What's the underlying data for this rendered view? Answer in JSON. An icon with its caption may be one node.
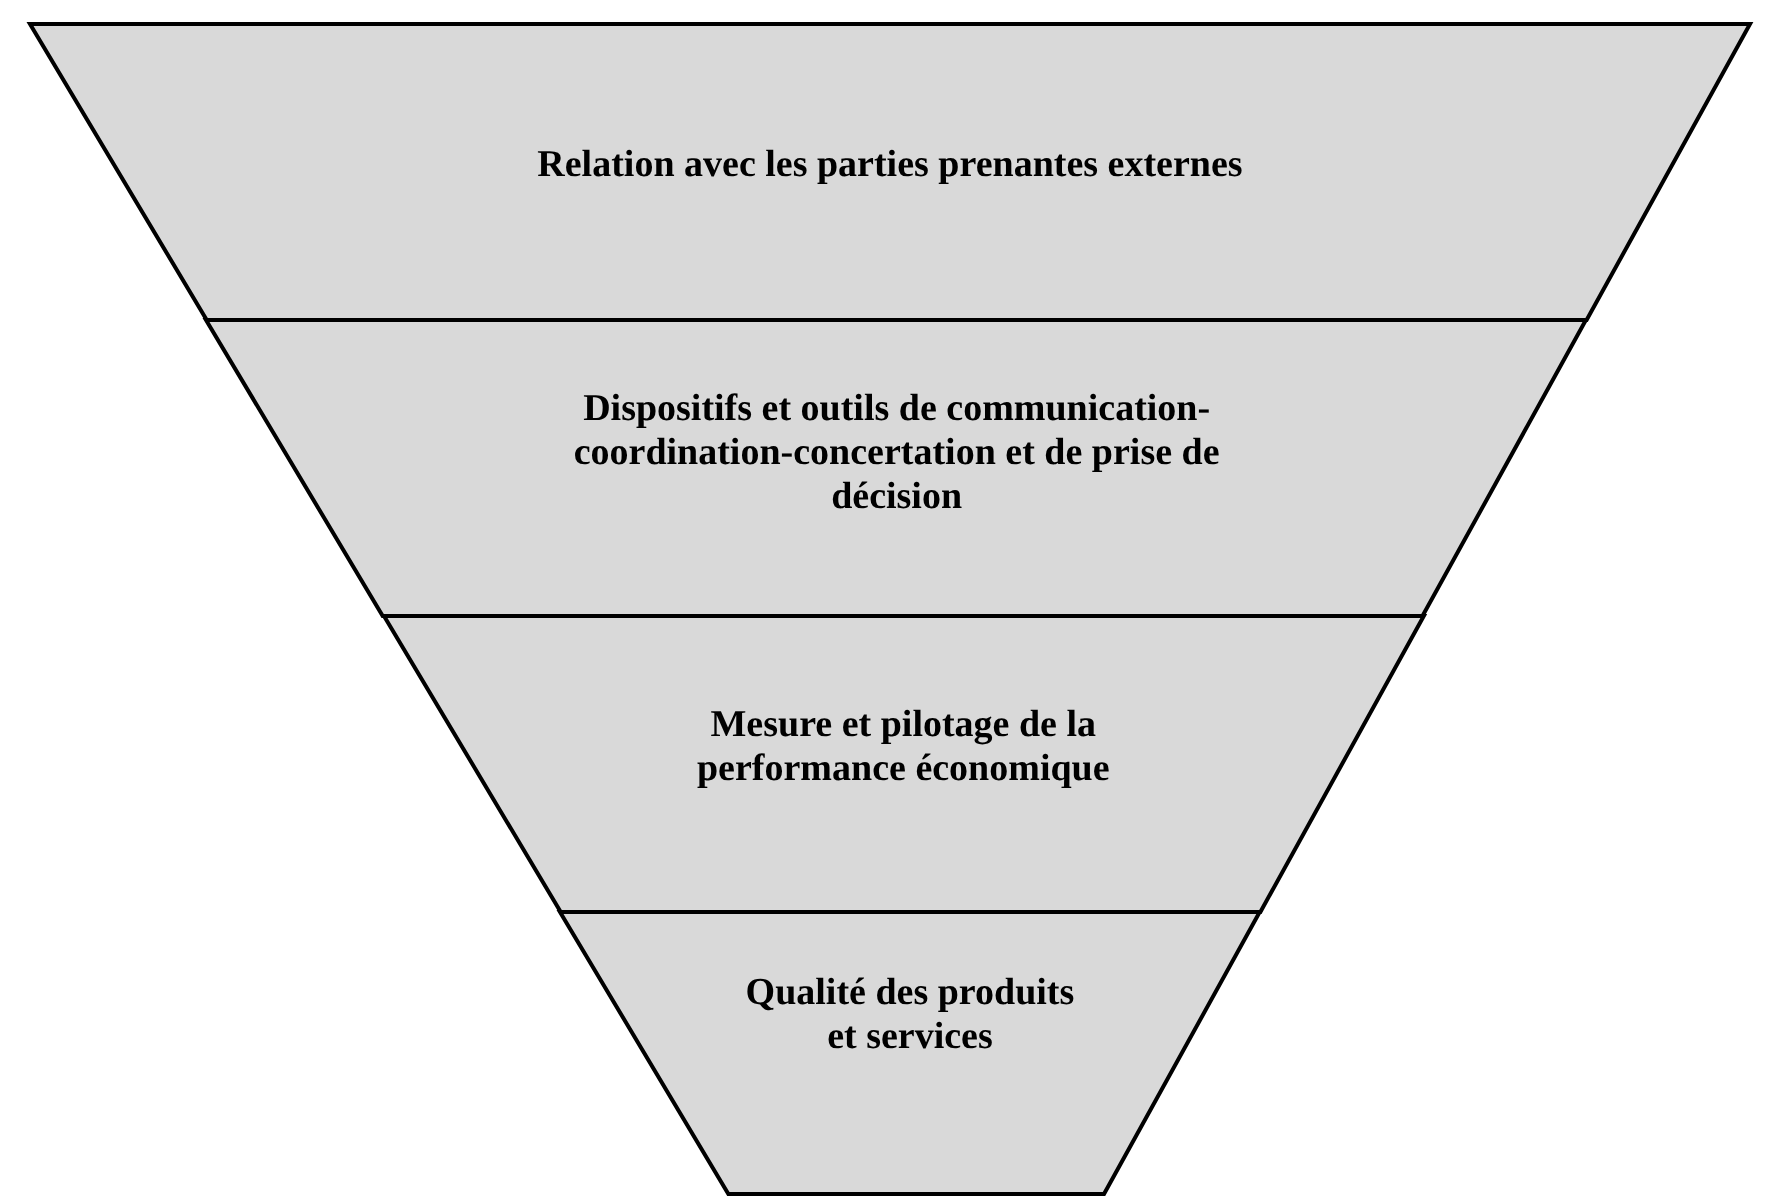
{
  "diagram": {
    "nodes": [
      {
        "text": [
          "Relation avec les parties prenantes externes"
        ]
      },
      {
        "text": [
          "Dispositifs et outils de communication-coordination-concertation et de prise de décision"
        ]
      },
      {
        "text": [
          "Mesure et pilotage de la performance économique"
        ]
      },
      {
        "text": [
          "Qualité des produits et services"
        ]
      }
    ]
  }
}
